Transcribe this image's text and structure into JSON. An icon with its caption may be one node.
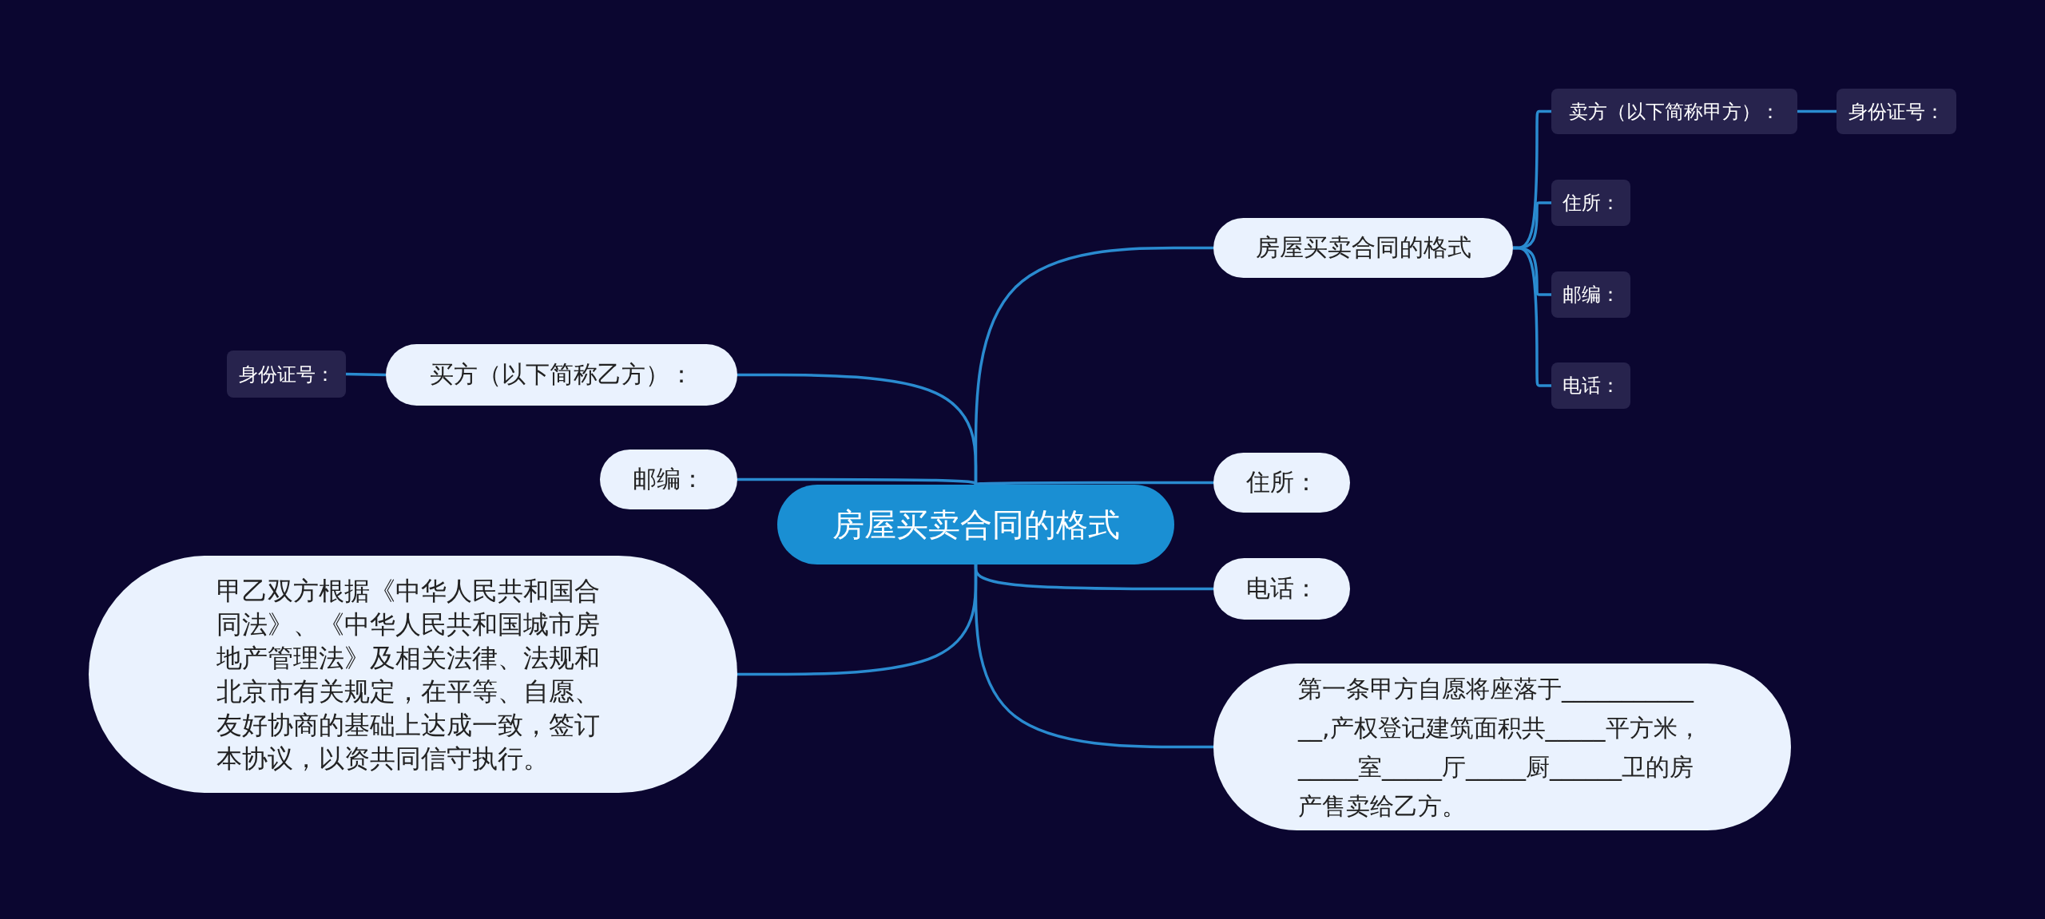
{
  "diagram": {
    "nodes": [
      {
        "text": [
          "房屋买卖合同的格式"
        ]
      },
      {
        "text": [
          "房屋买卖合同的格式"
        ]
      },
      {
        "text": [
          "卖方（以下简称甲方）："
        ]
      },
      {
        "text": [
          "身份证号："
        ]
      },
      {
        "text": [
          "住所："
        ]
      },
      {
        "text": [
          "邮编："
        ]
      },
      {
        "text": [
          "电话："
        ]
      },
      {
        "text": [
          "住所："
        ]
      },
      {
        "text": [
          "电话："
        ]
      },
      {
        "text": [
          "第一条甲方自愿将座落于_____________,产权登记建筑面积共_____平方米，_____室_____厅_____厨______卫的房产售卖给乙方。"
        ]
      },
      {
        "text": [
          "买方（以下简称乙方）："
        ]
      },
      {
        "text": [
          "身份证号："
        ]
      },
      {
        "text": [
          "邮编："
        ]
      },
      {
        "text": [
          "甲乙双方根据《中华人民共和国合同法》、《中华人民共和国城市房地产管理法》及相关法律、法规和北京市有关规定，在平等、自愿、友好协商的基础上达成一致，签订本协议，以资共同信守执行。"
        ]
      }
    ],
    "edges": [
      {
        "from": 0,
        "to": 1,
        "arrow": "none"
      },
      {
        "from": 1,
        "to": 2,
        "arrow": "none"
      },
      {
        "from": 2,
        "to": 3,
        "arrow": "none"
      },
      {
        "from": 1,
        "to": 4,
        "arrow": "none"
      },
      {
        "from": 1,
        "to": 5,
        "arrow": "none"
      },
      {
        "from": 1,
        "to": 6,
        "arrow": "none"
      },
      {
        "from": 0,
        "to": 7,
        "arrow": "none"
      },
      {
        "from": 0,
        "to": 8,
        "arrow": "none"
      },
      {
        "from": 0,
        "to": 9,
        "arrow": "none"
      },
      {
        "from": 0,
        "to": 10,
        "arrow": "none"
      },
      {
        "from": 10,
        "to": 11,
        "arrow": "none"
      },
      {
        "from": 0,
        "to": 12,
        "arrow": "none"
      },
      {
        "from": 0,
        "to": 13,
        "arrow": "none"
      }
    ]
  }
}
